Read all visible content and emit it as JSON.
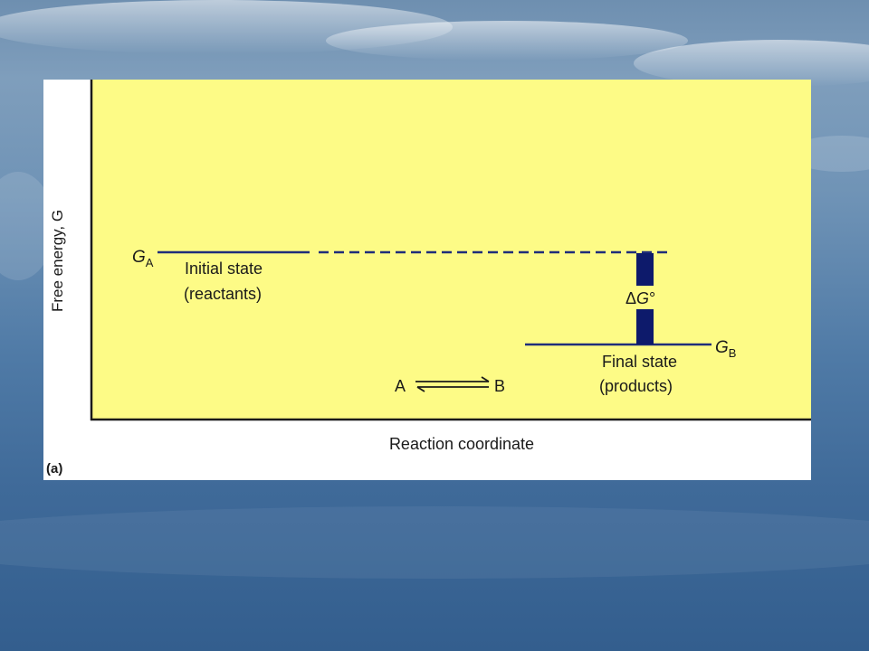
{
  "figure": {
    "panel_label": "(a)",
    "y_axis_label": "Free energy, G",
    "x_axis_label": "Reaction coordinate"
  },
  "states": {
    "initial": {
      "symbol": "G",
      "subscript": "A",
      "line1": "Initial state",
      "line2": "(reactants)"
    },
    "final": {
      "symbol": "G",
      "subscript": "B",
      "line1": "Final state",
      "line2": "(products)"
    }
  },
  "delta": {
    "prefix": "Δ",
    "symbol": "G",
    "suffix": "°"
  },
  "reaction": {
    "reactant": "A",
    "product": "B"
  },
  "colors": {
    "plot_background": "#fdfb86",
    "lines": "#1f2d7a",
    "delta_bar": "#0d1a6b",
    "axis": "#1a1a1a"
  }
}
